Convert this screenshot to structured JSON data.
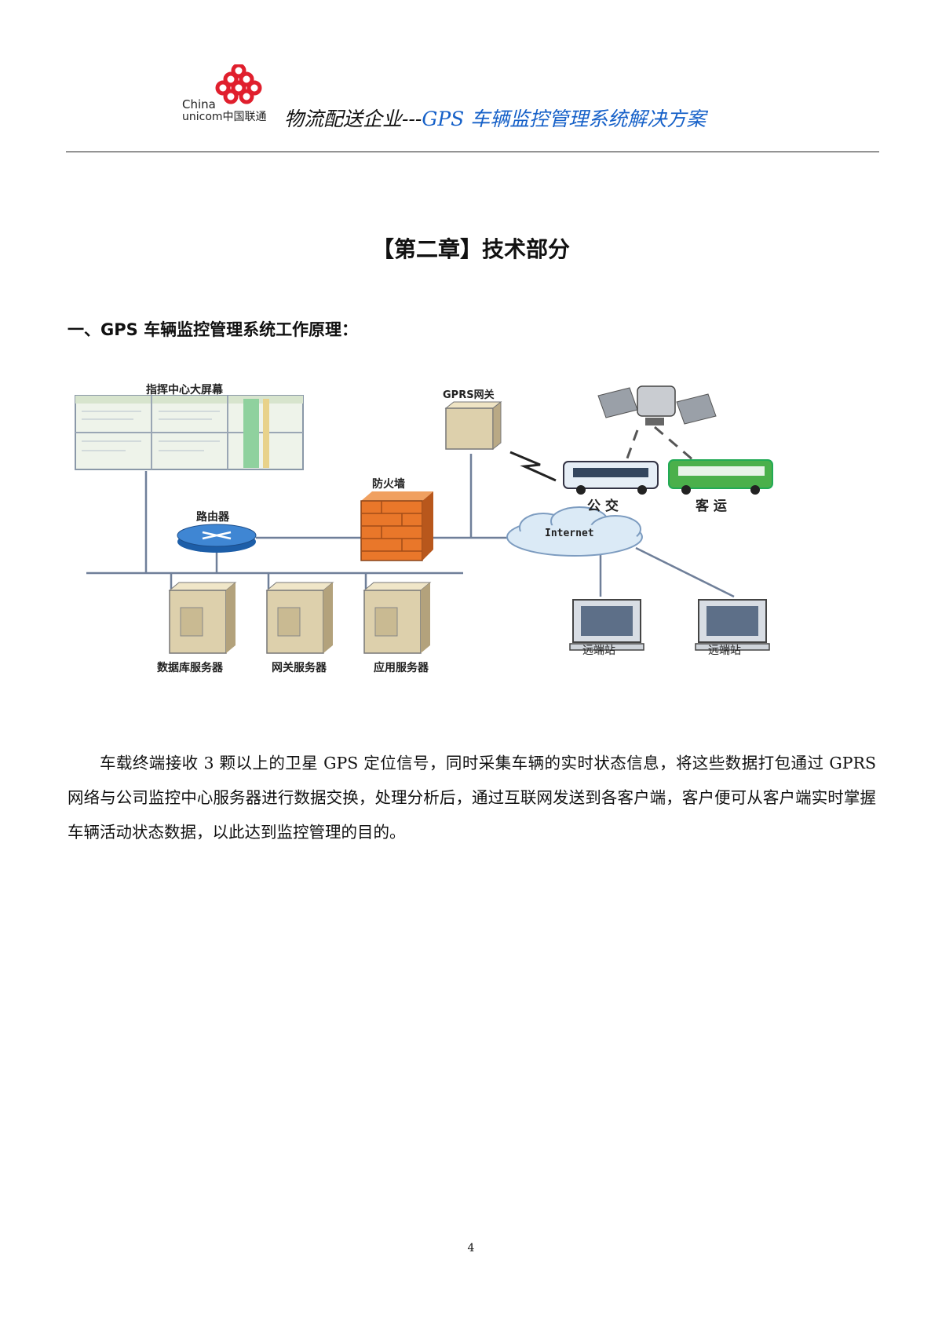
{
  "header": {
    "logo_text_china": "China",
    "logo_text_unicom": "unicom中国联通",
    "title_cn": "物流配送企业---",
    "title_en": "GPS 车辆监控管理系统解决方案",
    "brand_color": "#e01f2d",
    "title_accent_color": "#1560c8"
  },
  "chapter": {
    "title": "【第二章】技术部分"
  },
  "section": {
    "heading": "一、GPS 车辆监控管理系统工作原理："
  },
  "diagram": {
    "labels": {
      "big_screen": "指挥中心大屏幕",
      "gprs_gateway": "GPRS网关",
      "firewall": "防火墙",
      "router": "路由器",
      "internet": "Internet",
      "bus": "公 交",
      "coach": "客 运",
      "db_server": "数据库服务器",
      "gateway_server": "网关服务器",
      "app_server": "应用服务器",
      "remote_station_1": "远端站",
      "remote_station_2": "远端站"
    }
  },
  "body": {
    "paragraph": "车载终端接收 3 颗以上的卫星 GPS 定位信号，同时采集车辆的实时状态信息，将这些数据打包通过 GPRS 网络与公司监控中心服务器进行数据交换，处理分析后，通过互联网发送到各客户端，客户便可从客户端实时掌握车辆活动状态数据，以此达到监控管理的目的。"
  },
  "footer": {
    "page_number": "4"
  }
}
